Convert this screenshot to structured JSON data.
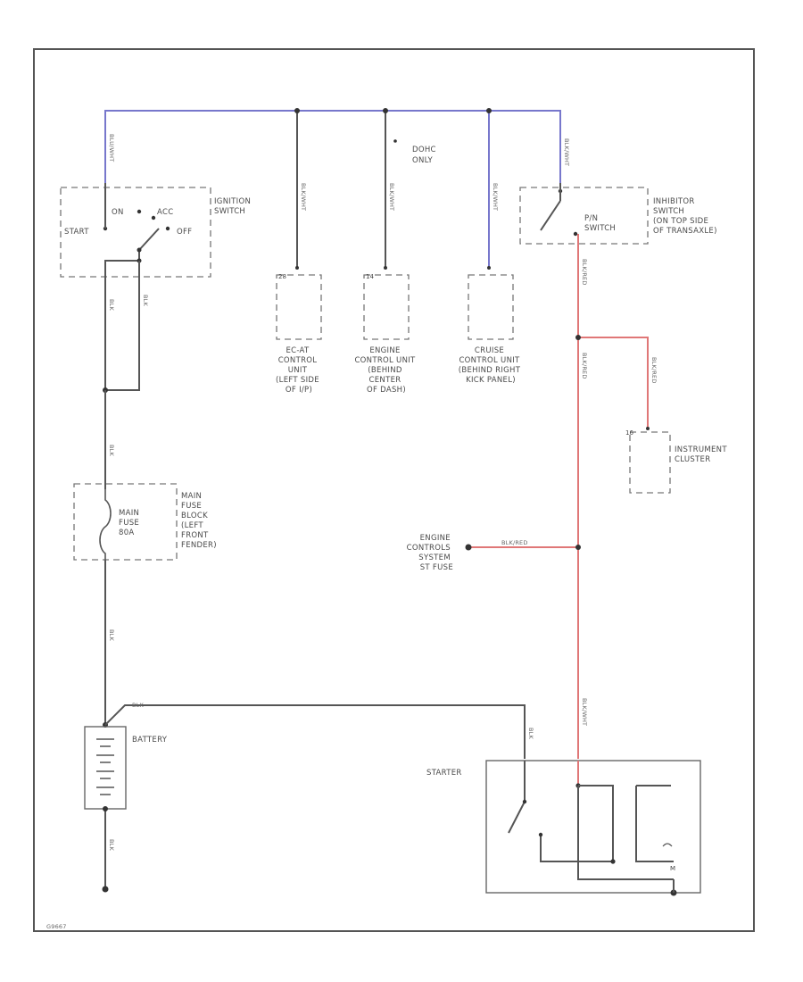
{
  "labels": {
    "ignition_switch": [
      "IGNITION",
      "SWITCH"
    ],
    "start": "START",
    "on": "ON",
    "acc": "ACC",
    "off": "OFF",
    "dohc_only": [
      "DOHC",
      "ONLY"
    ],
    "inhibitor_switch": [
      "INHIBITOR",
      "SWITCH",
      "(ON TOP SIDE",
      "OF TRANSAXLE)"
    ],
    "pn_switch": [
      "P/N",
      "SWITCH"
    ],
    "ec_at": [
      "EC-AT",
      "CONTROL",
      "UNIT",
      "(LEFT SIDE",
      "OF I/P)"
    ],
    "ecu": [
      "ENGINE",
      "CONTROL UNIT",
      "(BEHIND",
      "CENTER",
      "OF DASH)"
    ],
    "cruise": [
      "CRUISE",
      "CONTROL UNIT",
      "(BEHIND RIGHT",
      "KICK PANEL)"
    ],
    "instrument_cluster": [
      "INSTRUMENT",
      "CLUSTER"
    ],
    "main_fuse_block": [
      "MAIN",
      "FUSE",
      "BLOCK",
      "(LEFT",
      "FRONT",
      "FENDER)"
    ],
    "main_fuse": [
      "MAIN",
      "FUSE",
      "80A"
    ],
    "engine_controls": [
      "ENGINE",
      "CONTROLS",
      "SYSTEM",
      "ST FUSE"
    ],
    "battery": "BATTERY",
    "starter": "STARTER",
    "ref": "G9667"
  },
  "pins": {
    "ec_at": "28",
    "ecu": "14",
    "cluster": "16",
    "starter_m": "M"
  },
  "wires": {
    "blue_left": "BLU/WHT",
    "ec_at": "BLK/WHT",
    "ecu": "BLK/WHT",
    "cruise": "BLK/WHT",
    "inhibitor_top": "BLK/WHT",
    "inhibitor_bottom": "BLK/RED",
    "cluster_branch": "BLK/RED",
    "red_trunk": "BLK/RED",
    "engine_controls": "BLK/RED",
    "starter_red": "BLK/WHT",
    "ign_left": "BLK",
    "ign_right": "BLK",
    "fuse_top": "BLK",
    "fuse_bottom": "BLK",
    "battery_out": "BLK",
    "starter_feed": "BLK",
    "ground": "BLK"
  },
  "colors": {
    "blue_wire": "#7777cc",
    "red_wire": "#e07777",
    "black_wire": "#555555"
  }
}
